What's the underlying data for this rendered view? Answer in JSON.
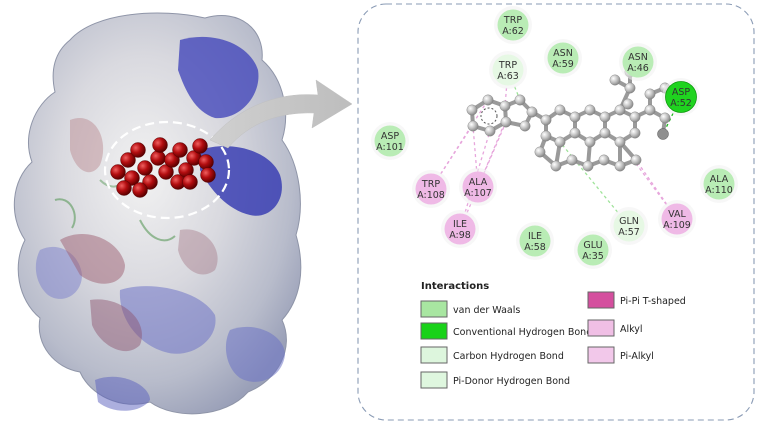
{
  "colors": {
    "van_der_waals": "#a8e6a1",
    "conventional_hbond": "#19d219",
    "carbon_hbond": "#ddf6dd",
    "pi_donor_hbond": "#dff7df",
    "pi_pi_tshaped": "#d44f9e",
    "alkyl": "#f0bfe5",
    "pi_alkyl": "#f2c8ea",
    "residue_green": "#b9ecb5",
    "residue_pink": "#efb9e6",
    "residue_hbond": "#1fd31f",
    "ligand_atom": "#bdbdbd",
    "ligand_red_atom": "#b30d10",
    "frame": "#8a9bb5"
  },
  "residues": [
    {
      "id": "trp62",
      "name": "TRP",
      "num": "A:62",
      "kind": "vdw"
    },
    {
      "id": "asn59",
      "name": "ASN",
      "num": "A:59",
      "kind": "vdw"
    },
    {
      "id": "trp63",
      "name": "TRP",
      "num": "A:63",
      "kind": "carbon_hbond"
    },
    {
      "id": "asn46",
      "name": "ASN",
      "num": "A:46",
      "kind": "vdw"
    },
    {
      "id": "asp52",
      "name": "ASP",
      "num": "A:52",
      "kind": "conventional_hbond"
    },
    {
      "id": "asp101",
      "name": "ASP",
      "num": "A:101",
      "kind": "vdw"
    },
    {
      "id": "trp108",
      "name": "TRP",
      "num": "A:108",
      "kind": "pi"
    },
    {
      "id": "ala107",
      "name": "ALA",
      "num": "A:107",
      "kind": "pi"
    },
    {
      "id": "ile98",
      "name": "ILE",
      "num": "A:98",
      "kind": "pi"
    },
    {
      "id": "ile58",
      "name": "ILE",
      "num": "A:58",
      "kind": "vdw"
    },
    {
      "id": "glu35",
      "name": "GLU",
      "num": "A:35",
      "kind": "vdw"
    },
    {
      "id": "gln57",
      "name": "GLN",
      "num": "A:57",
      "kind": "carbon_hbond"
    },
    {
      "id": "val109",
      "name": "VAL",
      "num": "A:109",
      "kind": "pi"
    },
    {
      "id": "ala110",
      "name": "ALA",
      "num": "A:110",
      "kind": "vdw"
    }
  ],
  "legend": {
    "title": "Interactions",
    "items": [
      {
        "label": "van der Waals",
        "color_key": "van_der_waals"
      },
      {
        "label": "Conventional Hydrogen Bond",
        "color_key": "conventional_hbond"
      },
      {
        "label": "Carbon Hydrogen Bond",
        "color_key": "carbon_hbond"
      },
      {
        "label": "Pi-Donor Hydrogen Bond",
        "color_key": "pi_donor_hbond"
      },
      {
        "label": "Pi-Pi T-shaped",
        "color_key": "pi_pi_tshaped"
      },
      {
        "label": "Alkyl",
        "color_key": "alkyl"
      },
      {
        "label": "Pi-Alkyl",
        "color_key": "pi_alkyl"
      }
    ]
  }
}
